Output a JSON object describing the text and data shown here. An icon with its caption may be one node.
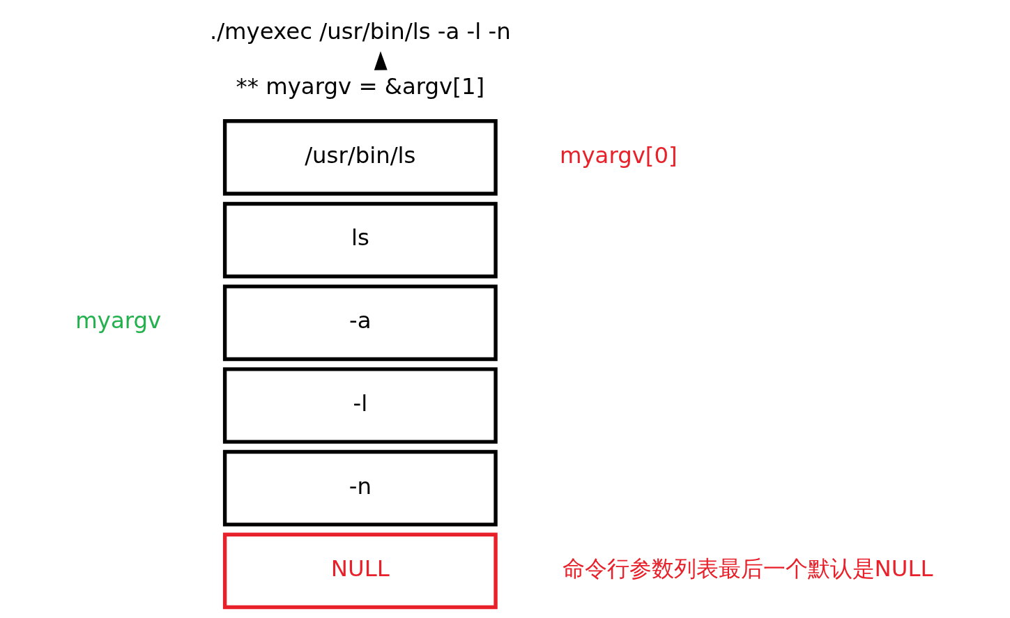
{
  "diagram": {
    "nodes": [
      {
        "text": [
          "** myargv = &argv[1]"
        ]
      },
      {
        "text": [
          "./myexec /usr/bin/ls -a -l -n"
        ]
      },
      {
        "text": [
          "/usr/bin/ls"
        ],
        "beside": [
          "myargv[0]"
        ]
      },
      {
        "text": [
          "ls"
        ]
      },
      {
        "text": [
          "-a"
        ]
      },
      {
        "text": [
          "-l"
        ]
      },
      {
        "text": [
          "-n"
        ]
      },
      {
        "text": [
          "NULL"
        ]
      }
    ],
    "edges": [
      {
        "from": 0,
        "to": 1,
        "arrow": "to"
      }
    ],
    "labels": [
      "myargv",
      "命令行参数列表最后一个默认是NULL"
    ]
  }
}
